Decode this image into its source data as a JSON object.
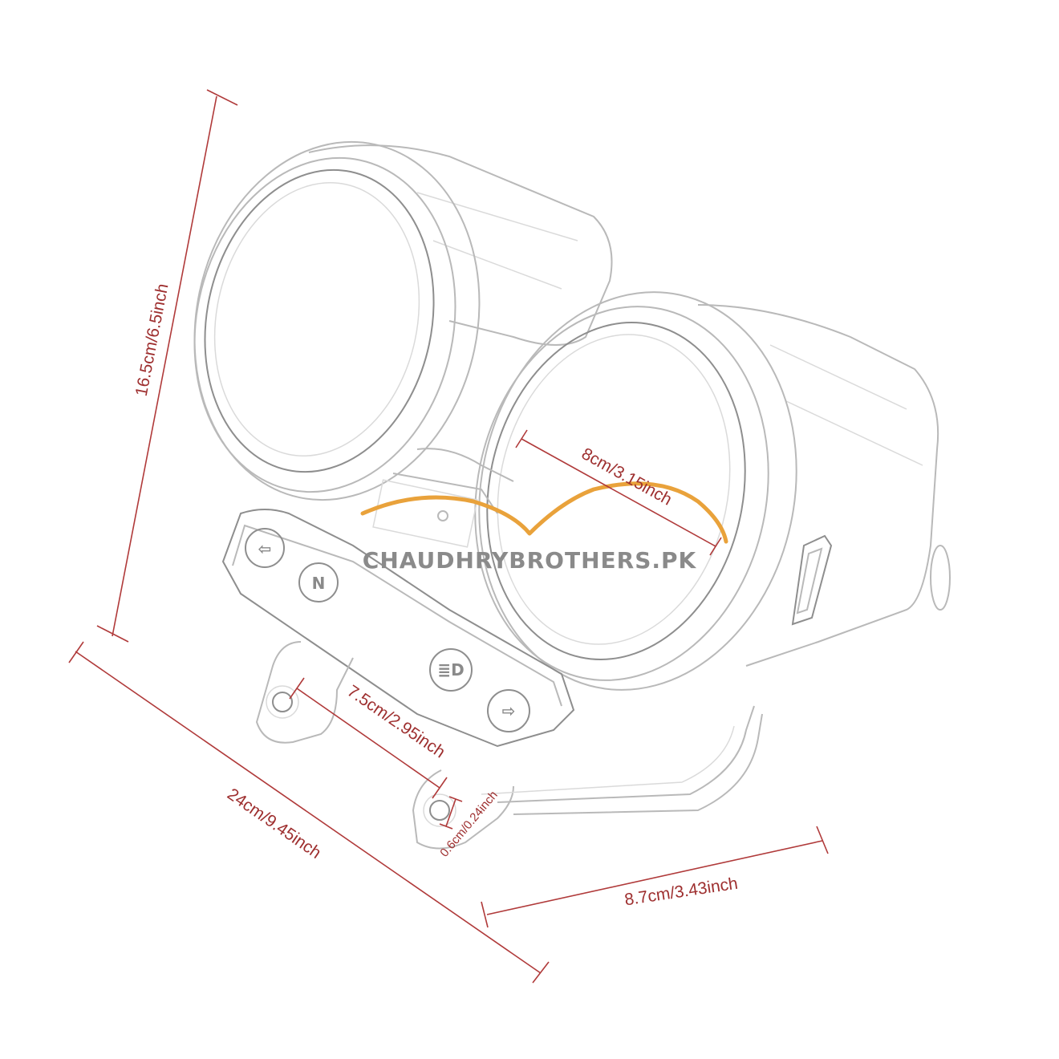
{
  "dimensions": {
    "height": "16.5cm/6.5inch",
    "length": "24cm/9.45inch",
    "width": "8.7cm/3.43inch",
    "gauge_diameter": "8cm/3.15inch",
    "mount_spacing": "7.5cm/2.95inch",
    "hole_diameter": "0.6cm/0.24inch"
  },
  "indicator_buttons": {
    "left_turn": "⇦",
    "neutral": "N",
    "high_beam": "≣D",
    "right_turn": "⇨"
  },
  "watermark": {
    "text": "CHAUDHRYBROTHERS.PK",
    "swoosh_color": "#e9a23b"
  },
  "colors": {
    "dimension": "#b03a3a",
    "sketch": "#b9b9b9"
  }
}
